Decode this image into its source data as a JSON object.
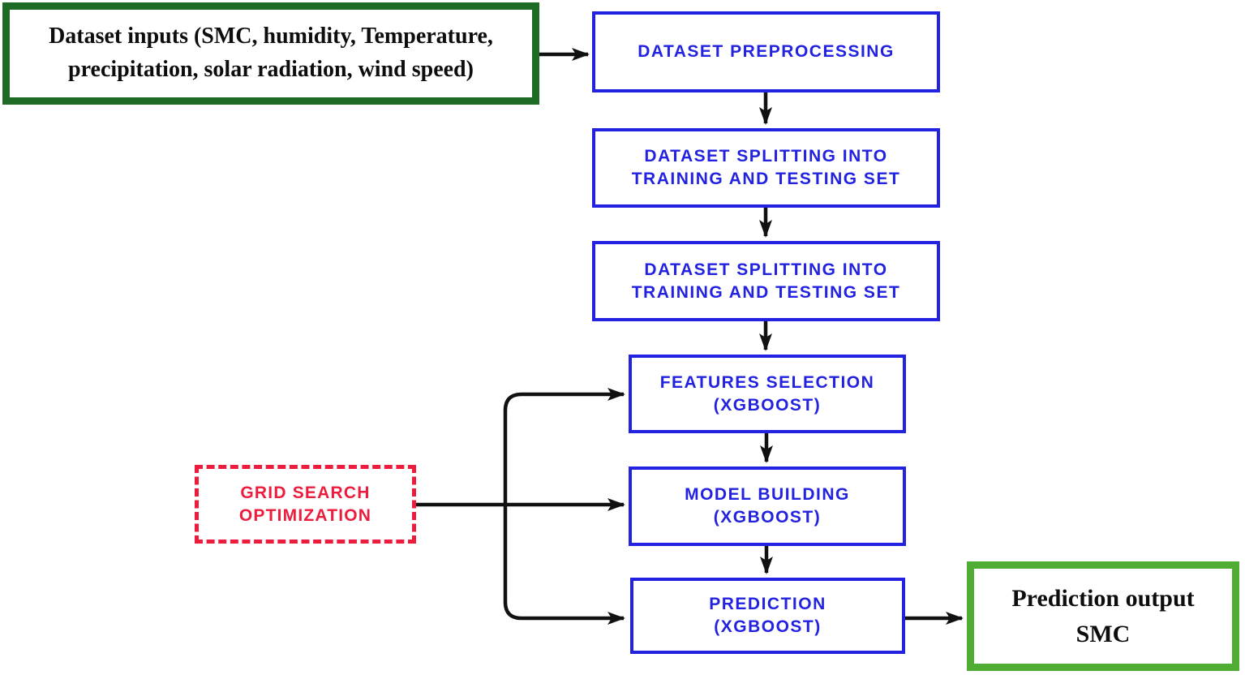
{
  "colors": {
    "blue": "#2222e0",
    "dark_green": "#1e6b26",
    "bright_green": "#4fad33",
    "red": "#ee1c3c",
    "arrow": "#111111",
    "background": "#ffffff"
  },
  "nodes": {
    "dataset_inputs": {
      "lines": [
        "Dataset inputs (SMC, humidity, Temperature,",
        "precipitation, solar radiation, wind speed)"
      ]
    },
    "preprocessing": {
      "lines": [
        "DATASET PREPROCESSING"
      ]
    },
    "splitting_1": {
      "lines": [
        "DATASET SPLITTING INTO",
        "TRAINING AND TESTING SET"
      ]
    },
    "splitting_2": {
      "lines": [
        "DATASET SPLITTING INTO",
        "TRAINING AND TESTING SET"
      ]
    },
    "features_selection": {
      "lines": [
        "FEATURES SELECTION",
        "(XGBOOST)"
      ]
    },
    "grid_search": {
      "lines": [
        "GRID SEARCH",
        "OPTIMIZATION"
      ]
    },
    "model_building": {
      "lines": [
        "MODEL BUILDING",
        "(XGBOOST)"
      ]
    },
    "prediction": {
      "lines": [
        "PREDICTION",
        "(XGBOOST)"
      ]
    },
    "prediction_output": {
      "lines": [
        "Prediction output",
        "SMC"
      ]
    }
  },
  "edges": [
    {
      "from": "dataset_inputs",
      "to": "preprocessing",
      "style": "solid"
    },
    {
      "from": "preprocessing",
      "to": "splitting_1",
      "style": "solid"
    },
    {
      "from": "splitting_1",
      "to": "splitting_2",
      "style": "solid"
    },
    {
      "from": "splitting_2",
      "to": "features_selection",
      "style": "solid"
    },
    {
      "from": "features_selection",
      "to": "model_building",
      "style": "solid"
    },
    {
      "from": "model_building",
      "to": "prediction",
      "style": "solid"
    },
    {
      "from": "prediction",
      "to": "prediction_output",
      "style": "solid"
    },
    {
      "from": "grid_search",
      "to": "features_selection",
      "style": "solid"
    },
    {
      "from": "grid_search",
      "to": "model_building",
      "style": "solid"
    },
    {
      "from": "grid_search",
      "to": "prediction",
      "style": "solid"
    }
  ]
}
